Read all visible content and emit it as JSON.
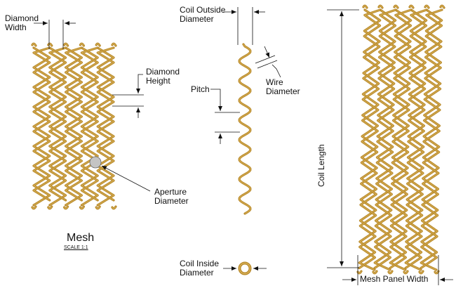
{
  "labels": {
    "diamond_width_l1": "Diamond",
    "diamond_width_l2": "Width",
    "diamond_height_l1": "Diamond",
    "diamond_height_l2": "Height",
    "aperture_l1": "Aperture",
    "aperture_l2": "Diameter",
    "mesh_title": "Mesh",
    "scale": "SCALE 1:1",
    "coil_outside_l1": "Coil Outside",
    "coil_outside_l2": "Diameter",
    "pitch": "Pitch",
    "wire_l1": "Wire",
    "wire_l2": "Diameter",
    "coil_inside_l1": "Coil Inside",
    "coil_inside_l2": "Diameter",
    "coil_length": "Coil Length",
    "panel_width": "Mesh Panel Width"
  },
  "colors": {
    "wire": "#b8892a",
    "wire_highlight": "#e3c06a",
    "dimension_line": "#111111",
    "aperture_disc": "#c4c4c4"
  }
}
